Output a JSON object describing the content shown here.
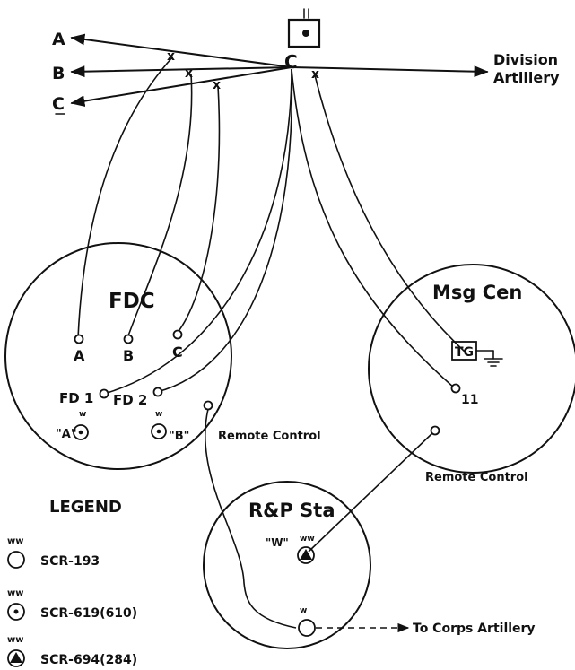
{
  "switchboard": {
    "label": "C",
    "flag_text": "II"
  },
  "trunks": {
    "a": "A",
    "b": "B",
    "c": "C"
  },
  "division": {
    "line1": "Division",
    "line2": "Artillery"
  },
  "fdc": {
    "title": "FDC",
    "jack_a": "A",
    "jack_b": "B",
    "jack_c": "C",
    "fd1": "FD 1",
    "fd2": "FD 2",
    "radio_a": "\"A\"",
    "radio_b": "\"B\"",
    "remote_control": "Remote Control"
  },
  "msgcen": {
    "title": "Msg Cen",
    "tg": "TG",
    "jack_11": "11",
    "remote_control": "Remote Control"
  },
  "rp": {
    "title": "R&P Sta",
    "radio_w": "\"W\"",
    "to_corps": "To Corps Artillery"
  },
  "legend": {
    "title": "LEGEND",
    "items": [
      {
        "label": "SCR-193",
        "icon": "circle-antenna-icon"
      },
      {
        "label": "SCR-619(610)",
        "icon": "dotted-circle-antenna-icon"
      },
      {
        "label": "SCR-694(284)",
        "icon": "triangle-circle-antenna-icon"
      }
    ]
  }
}
